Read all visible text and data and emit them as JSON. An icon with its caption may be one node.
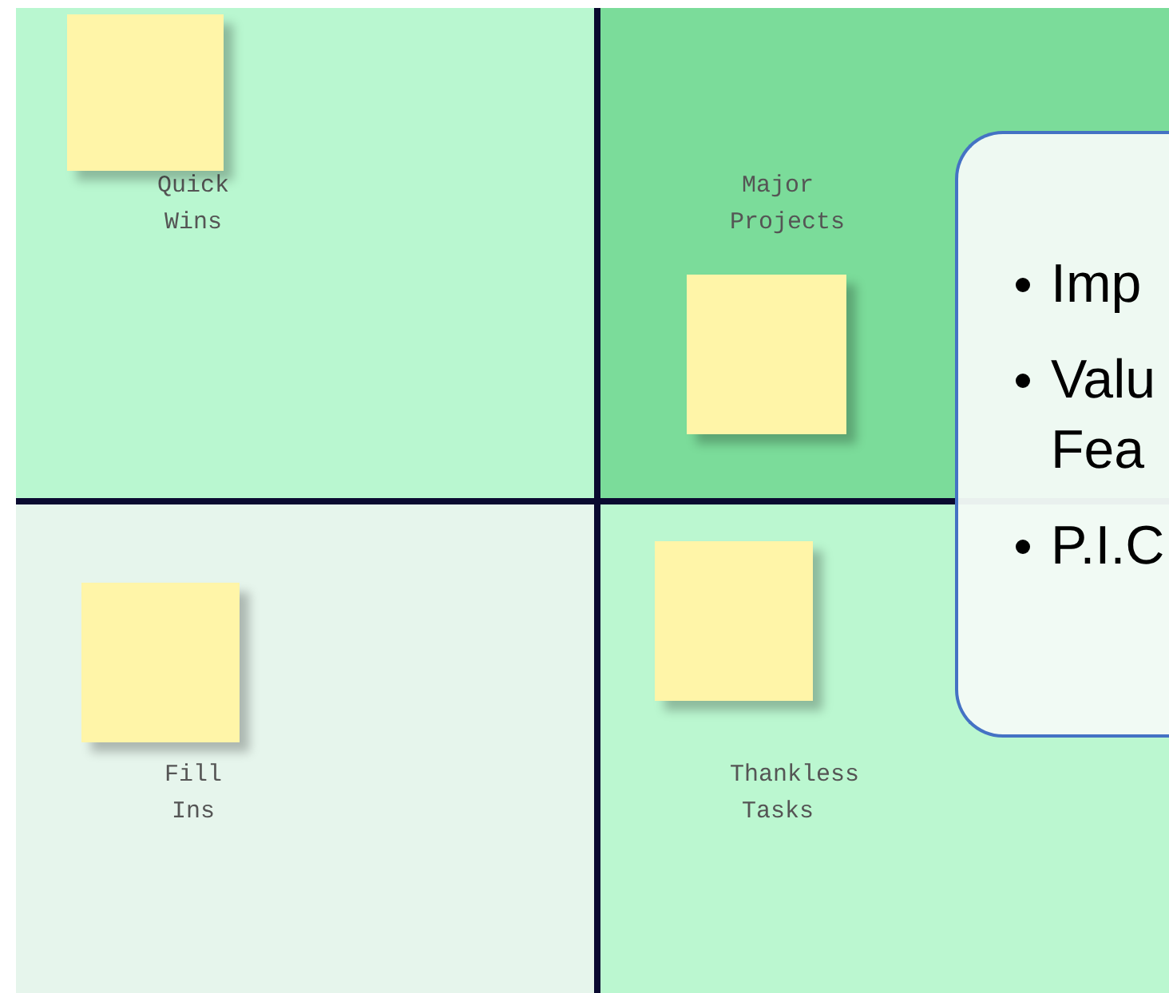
{
  "diagram": {
    "nodes": [
      {
        "text": [
          "Quick Wins"
        ]
      },
      {
        "text": [],
        "shape": "box",
        "in": 0
      },
      {
        "text": [
          "Major Projects"
        ]
      },
      {
        "text": [],
        "shape": "box",
        "in": 2
      },
      {
        "text": [
          "Fill Ins"
        ]
      },
      {
        "text": [],
        "shape": "box",
        "in": 4
      },
      {
        "text": [
          "Thankless Tasks"
        ]
      },
      {
        "text": [],
        "shape": "box",
        "in": 6
      },
      {
        "text": [
          "Imp",
          "Valu Fea",
          "P.I.C"
        ]
      }
    ],
    "edges": []
  }
}
